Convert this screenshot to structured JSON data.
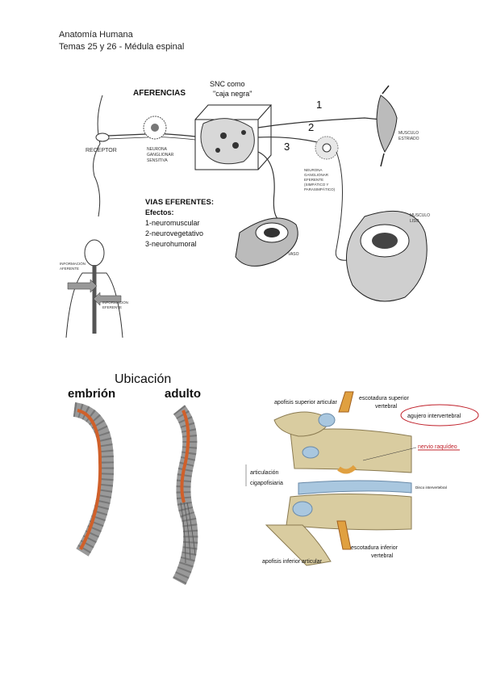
{
  "header": {
    "line1": "Anatomía Humana",
    "line2": "Temas 25 y 26 - Médula espinal"
  },
  "figure1": {
    "afferencias": "AFERENCIAS",
    "snc_line1": "SNC como",
    "snc_line2": "\"caja negra\"",
    "receptor": "RECEPTOR",
    "neurona_sensitiva": [
      "NEURONA",
      "GANGLIONAR",
      "SENSITIVA"
    ],
    "path_numbers": [
      "1",
      "2",
      "3"
    ],
    "musculo_estriado": [
      "MUSCULO",
      "ESTRIADO"
    ],
    "neurona_eferente": [
      "NEURONA",
      "GANGLIONAR",
      "EFERENTE",
      "(SIMPÁTICO Y",
      "PARASIMPÁTICO)"
    ],
    "vias_title": "VIAS EFERENTES:",
    "efectos": "Efectos:",
    "efectos_items": [
      "1-neuromuscular",
      "2-neurovegetativo",
      "3-neurohumoral"
    ],
    "musculo_liso": [
      "MUSCULO",
      "LISO"
    ],
    "vaso": "VASO",
    "informacion_aferente": [
      "INFORMACIÓN",
      "AFERENTE"
    ],
    "informacion_eferente": [
      "INFORMACIÓN",
      "EFERENTE"
    ]
  },
  "figure2": {
    "ubicacion": "Ubicación",
    "embrion": "embrión",
    "adulto": "adulto"
  },
  "figure3": {
    "apofisis_superior": "apofisis superior articular",
    "escotadura_superior_1": "escotadura superior",
    "escotadura_superior_2": "vertebral",
    "agujero": "agujero intervertebral",
    "nervio": "nervio raquídeo",
    "articulacion_1": "articulación",
    "articulacion_2": "cigapofisiaria",
    "disco": "Disco intervertebral",
    "escotadura_inferior_1": "escotadura inferior",
    "escotadura_inferior_2": "vertebral",
    "apofisis_inferior": "apofisis inferior articular"
  },
  "colors": {
    "cord_orange": "#d0602a",
    "bone": "#d9cca0",
    "disc_blue": "#a9c7df",
    "highlight_red": "#c0202a"
  }
}
